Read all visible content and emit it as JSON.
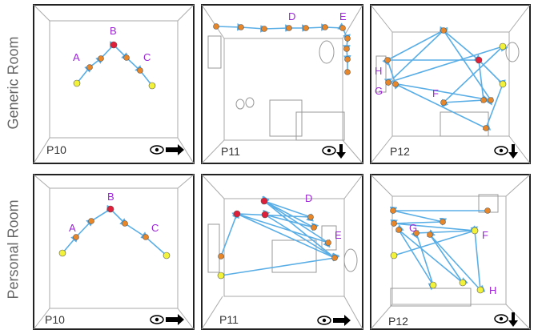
{
  "rows": [
    {
      "label": "Generic Room"
    },
    {
      "label": "Personal Room"
    }
  ],
  "panels": [
    {
      "id": "p10",
      "participant": "P10",
      "view": "right",
      "nodes": [
        "A",
        "B",
        "C"
      ]
    },
    {
      "id": "p11",
      "participant": "P11",
      "view": "down",
      "nodes": [
        "D",
        "E"
      ]
    },
    {
      "id": "p12",
      "participant": "P12",
      "view": "down",
      "nodes": [
        "H",
        "G",
        "F"
      ]
    },
    {
      "id": "p10b",
      "participant": "P10",
      "view": "right",
      "nodes": [
        "A",
        "B",
        "C"
      ]
    },
    {
      "id": "p11b",
      "participant": "P11",
      "view": "right",
      "nodes": [
        "D",
        "E"
      ]
    },
    {
      "id": "p12b",
      "participant": "P12",
      "view": "down",
      "nodes": [
        "G",
        "F",
        "H"
      ]
    }
  ],
  "colors": {
    "path": "#5aaee6",
    "label": "#9b25d6",
    "start": "#f2f23a",
    "peak": "#e0203a",
    "mid": "#e8862a"
  }
}
